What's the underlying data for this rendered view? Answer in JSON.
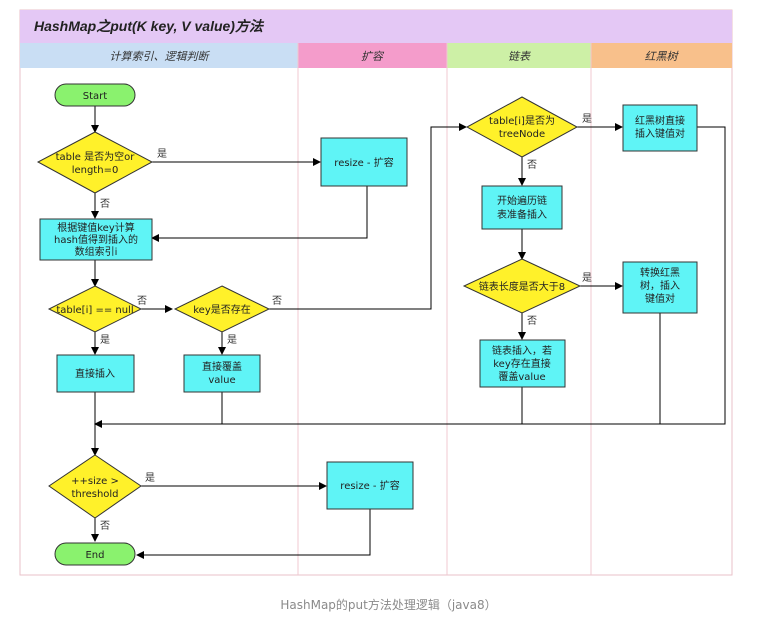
{
  "title": "HashMap之put(K key, V value)方法",
  "lanes": [
    "计算索引、逻辑判断",
    "扩容",
    "链表",
    "红黑树"
  ],
  "colors": {
    "title_bg": "#e4c8f5",
    "lane1": "#c9def4",
    "lane2": "#f49ccb",
    "lane3": "#cdf0a6",
    "lane4": "#f8c08b",
    "process": "#5ff4f6",
    "decision": "#fff12a",
    "terminal": "#8af26e",
    "border": "#f0c8d0"
  },
  "nodes": {
    "start": "Start",
    "d_empty": [
      "table 是否为空or",
      "length=0"
    ],
    "resize1": "resize - 扩容",
    "calc": [
      "根据键值key计算",
      "hash值得到插入的",
      "数组索引i"
    ],
    "d_null": "table[i] == null",
    "d_key": "key是否存在",
    "insert": "直接插入",
    "overwrite": [
      "直接覆盖",
      "value"
    ],
    "d_tree": [
      "table[i]是否为",
      "treeNode"
    ],
    "traverse": [
      "开始遍历链",
      "表准备插入"
    ],
    "d_len": "链表长度是否大于8",
    "list_insert": [
      "链表插入，若",
      "key存在直接",
      "覆盖value"
    ],
    "rb_insert": [
      "红黑树直接",
      "插入键值对"
    ],
    "convert": [
      "转换红黑",
      "树，插入",
      "键值对"
    ],
    "d_threshold": [
      "++size >",
      "threshold"
    ],
    "resize2": "resize - 扩容",
    "end": "End"
  },
  "labels": {
    "yes": "是",
    "no": "否"
  },
  "caption": "HashMap的put方法处理逻辑（java8）"
}
